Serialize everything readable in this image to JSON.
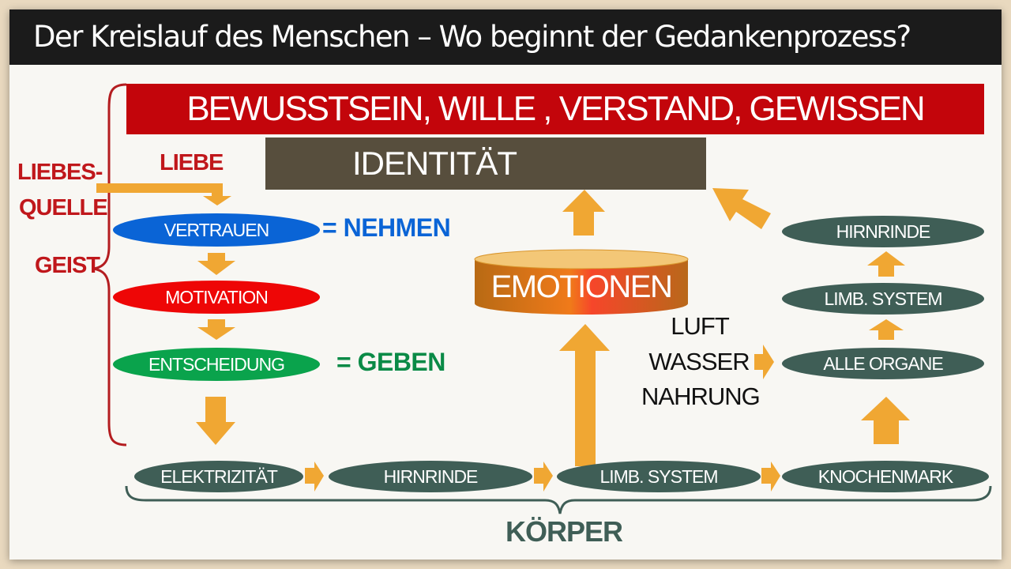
{
  "title": "Der Kreislauf des Menschen – Wo beginnt der Gedankenprozess?",
  "top_band": "BEWUSSTSEIN, WILLE , VERSTAND, GEWISSEN",
  "identity": "IDENTITÄT",
  "left": {
    "source_line1": "LIEBES-",
    "source_line2": "QUELLE",
    "spirit": "GEIST",
    "love": "LIEBE"
  },
  "process": {
    "trust": "VERTRAUEN",
    "motivation": "MOTIVATION",
    "decision": "ENTSCHEIDUNG",
    "take": "= NEHMEN",
    "give": "= GEBEN"
  },
  "emotions": "EMOTIONEN",
  "resources": [
    "LUFT",
    "WASSER",
    "NAHRUNG"
  ],
  "body_chain": [
    "ELEKTRIZITÄT",
    "HIRNRINDE",
    "LIMB. SYSTEM",
    "KNOCHENMARK"
  ],
  "right_chain": [
    "HIRNRINDE",
    "LIMB. SYSTEM",
    "ALLE  ORGANE"
  ],
  "body": "KÖRPER",
  "colors": {
    "red_band": "#c3050b",
    "identity": "#574e3d",
    "trust": "#0a64d6",
    "motivation": "#ee0606",
    "decision": "#0aa34c",
    "slate": "#3f5e56",
    "arrow": "#f0a733",
    "take_text": "#0a64d6",
    "give_text": "#0a8a46",
    "body_text": "#3f5e56"
  }
}
